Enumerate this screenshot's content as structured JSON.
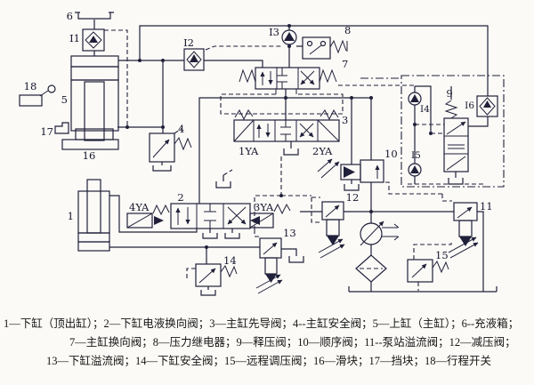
{
  "figure": {
    "type": "hydraulic-circuit-schematic",
    "caption_lines": [
      "1—下缸（顶出缸）；2—下缸电液换向阀；3—主缸先导阀；4--主缸安全阀；5—上缸（主缸）；6--充液箱；",
      "7—主缸换向阀；8—压力继电器；9—释压阀；10—顺序阀；11--泵站溢流阀；12—减压阀；",
      "13—下缸溢流阀；14—下缸安全阀；15—远程调压阀；16—滑块；17—挡块；18—行程开关"
    ],
    "labels": {
      "n1": "1",
      "n2": "2",
      "n3": "3",
      "n4": "4",
      "n5": "5",
      "n6": "6",
      "n7": "7",
      "n8": "8",
      "n9": "9",
      "n10": "10",
      "n11": "11",
      "n12": "12",
      "n13": "13",
      "n14": "14",
      "n15": "15",
      "n16": "16",
      "n17": "17",
      "n18": "18",
      "i1": "I1",
      "i2": "I2",
      "i3": "I3",
      "i4": "I4",
      "i5": "I5",
      "i6": "I6",
      "ya1": "1YA",
      "ya2": "2YA",
      "ya3": "3YA",
      "ya4": "4YA"
    },
    "colors": {
      "ink": "#20203a",
      "background": "#fbfaf7"
    }
  }
}
